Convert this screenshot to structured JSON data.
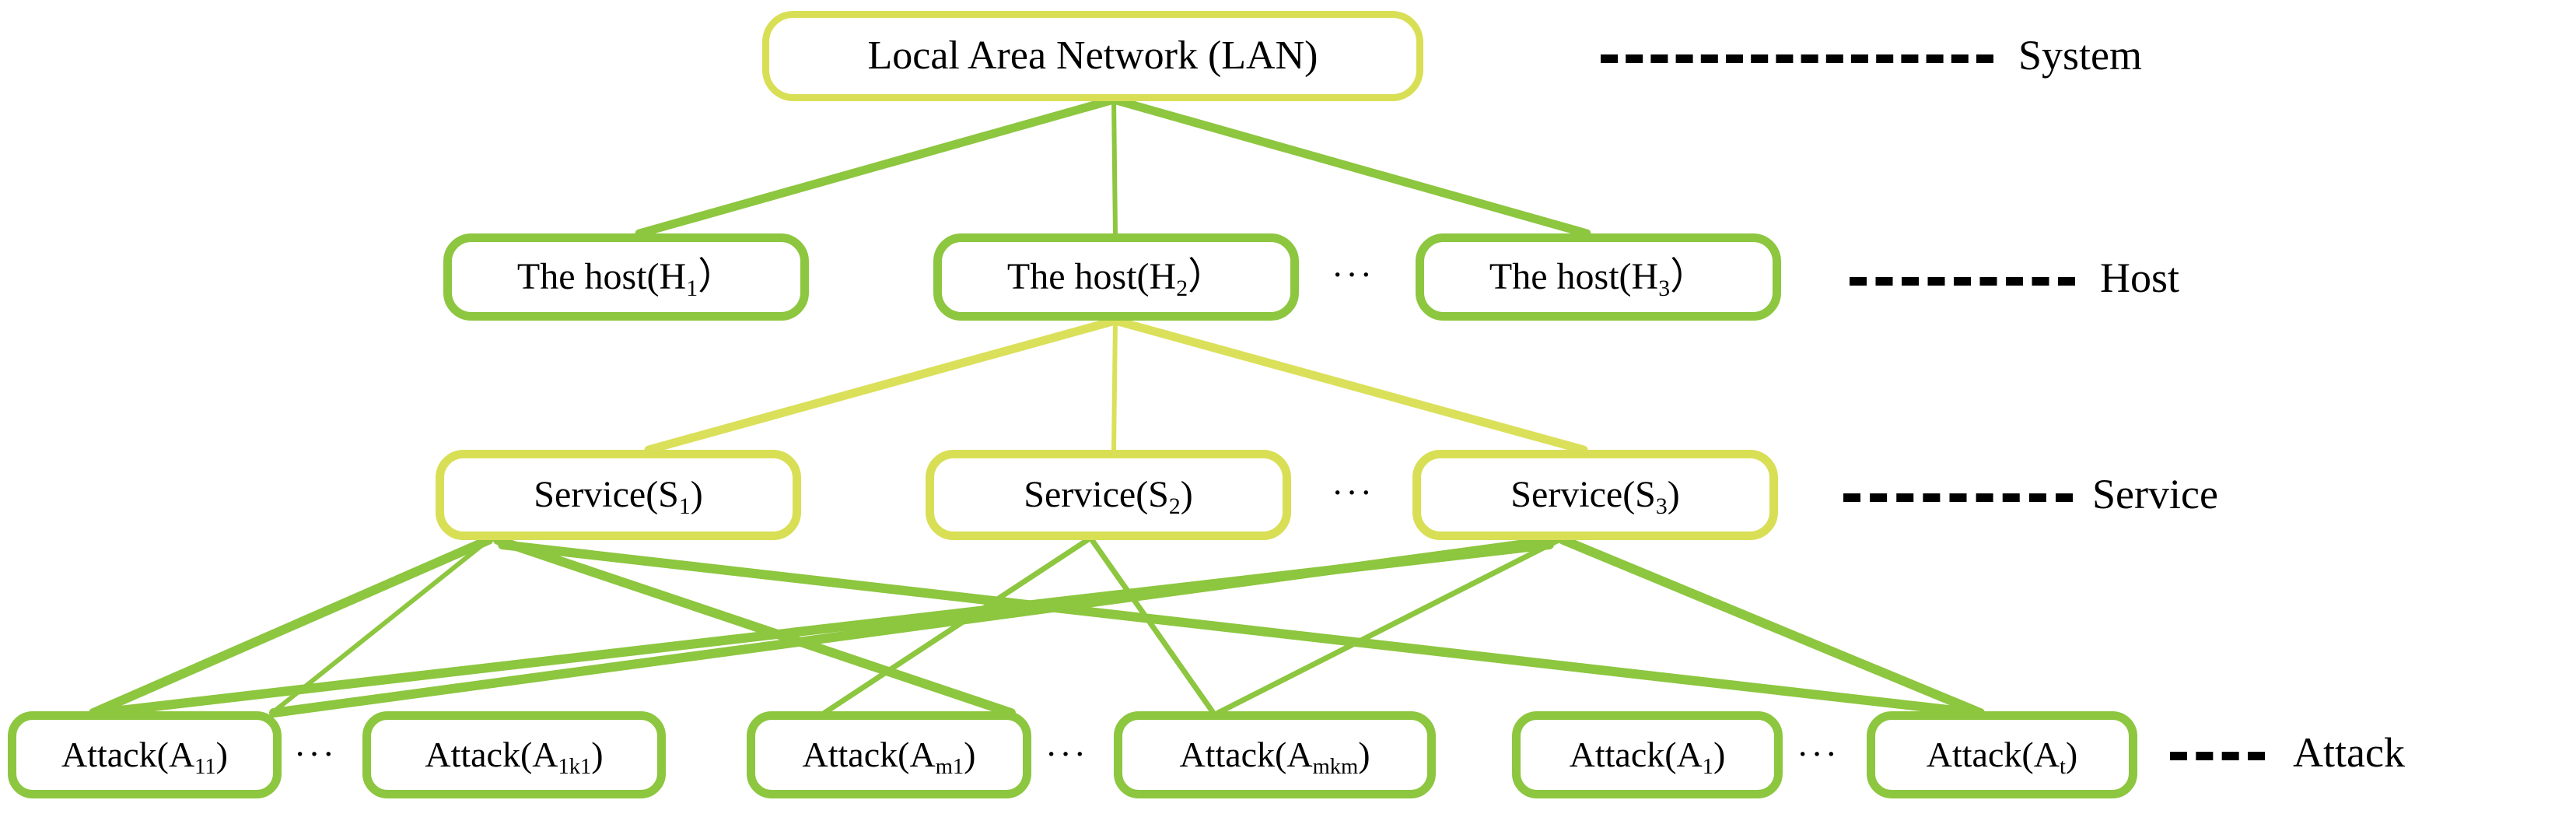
{
  "diagram": {
    "title": "Hierarchical attack graph model of a Local Area Network",
    "colors": {
      "pale_green": "#d8df55",
      "bright_green": "#8dc63f",
      "text": "#000000",
      "background": "#ffffff"
    },
    "levels": [
      {
        "key": "system",
        "label": "System"
      },
      {
        "key": "host",
        "label": "Host"
      },
      {
        "key": "service",
        "label": "Service"
      },
      {
        "key": "attack",
        "label": "Attack"
      }
    ],
    "nodes": {
      "system": [
        {
          "id": "LAN",
          "text": "Local Area Network (LAN)",
          "base": "Local Area Network (LAN)",
          "sub": ""
        }
      ],
      "host": [
        {
          "id": "H1",
          "text": "The host(H₁）",
          "base": "The host(H",
          "sub": "1",
          "tail": "）"
        },
        {
          "id": "H2",
          "text": "The host(H₂）",
          "base": "The host(H",
          "sub": "2",
          "tail": "）"
        },
        {
          "id": "H3",
          "text": "The host(H₃）",
          "base": "The host(H",
          "sub": "3",
          "tail": "）"
        }
      ],
      "service": [
        {
          "id": "S1",
          "text": "Service(S₁)",
          "base": "Service(S",
          "sub": "1",
          "tail": ")"
        },
        {
          "id": "S2",
          "text": "Service(S₂)",
          "base": "Service(S",
          "sub": "2",
          "tail": ")"
        },
        {
          "id": "S3",
          "text": "Service(S₃)",
          "base": "Service(S",
          "sub": "3",
          "tail": ")"
        }
      ],
      "attack": [
        {
          "id": "A11",
          "text": "Attack(A₁₁)",
          "base": "Attack(A",
          "sub": "11",
          "tail": ")"
        },
        {
          "id": "A1k1",
          "text": "Attack(A₁ₖ₁)",
          "base": "Attack(A",
          "sub": "1k1",
          "tail": ")"
        },
        {
          "id": "Am1",
          "text": "Attack(Aₘ₁)",
          "base": "Attack(A",
          "sub": "m1",
          "tail": ")"
        },
        {
          "id": "Amkm",
          "text": "Attack(Aₘₖₘ)",
          "base": "Attack(A",
          "sub": "mkm",
          "tail": ")"
        },
        {
          "id": "A1",
          "text": "Attack(A₁)",
          "base": "Attack(A",
          "sub": "1",
          "tail": ")"
        },
        {
          "id": "At",
          "text": "Attack(Aₜ)",
          "base": "Attack(A",
          "sub": "t",
          "tail": ")"
        }
      ]
    },
    "ellipses": {
      "host": "···",
      "service": "···",
      "attack_1": "···",
      "attack_2": "···",
      "attack_3": "···"
    },
    "edges": [
      {
        "from": "LAN",
        "to": "H1"
      },
      {
        "from": "LAN",
        "to": "H2"
      },
      {
        "from": "LAN",
        "to": "H3"
      },
      {
        "from": "H2",
        "to": "S1"
      },
      {
        "from": "H2",
        "to": "S2"
      },
      {
        "from": "H2",
        "to": "S3"
      },
      {
        "from": "S1",
        "to": "A11"
      },
      {
        "from": "S1",
        "to": "A1k1"
      },
      {
        "from": "S1",
        "to": "Amkm"
      },
      {
        "from": "S1",
        "to": "At"
      },
      {
        "from": "S2",
        "to": "Am1"
      },
      {
        "from": "S2",
        "to": "A1"
      },
      {
        "from": "S3",
        "to": "A11"
      },
      {
        "from": "S3",
        "to": "A1k1"
      },
      {
        "from": "S3",
        "to": "A1"
      },
      {
        "from": "S3",
        "to": "At"
      }
    ]
  }
}
